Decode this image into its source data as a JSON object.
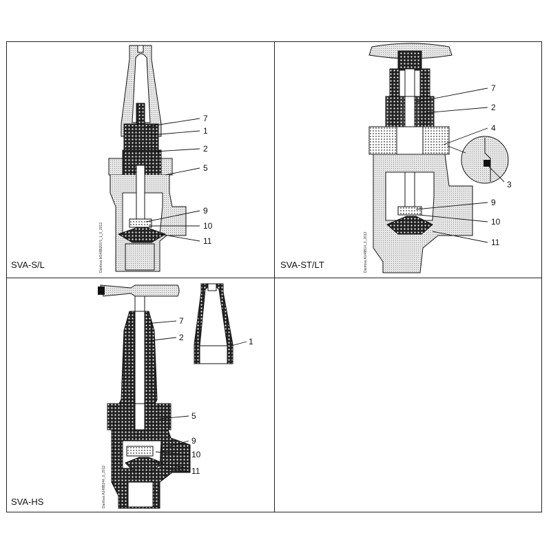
{
  "panels": {
    "sva_sl": {
      "title": "SVA-S/L",
      "drawing_id": "Danfoss\nM148B203.5_1_0_2012",
      "callouts": [
        "7",
        "1",
        "2",
        "5",
        "9",
        "10",
        "11"
      ]
    },
    "sva_stlt": {
      "title": "SVA-ST/LT",
      "drawing_id": "Danfoss\nA148B14_0_2012",
      "callouts": [
        "7",
        "2",
        "4",
        "3",
        "9",
        "10",
        "11"
      ]
    },
    "sva_hs": {
      "title": "SVA-HS",
      "drawing_id": "Danfoss\nA148B244_0_2012",
      "callouts": [
        "7",
        "2",
        "1",
        "5",
        "9",
        "10",
        "11"
      ]
    }
  },
  "colors": {
    "line": "#111111",
    "hatch": "#555555",
    "fill_light": "#d8d8d8"
  }
}
